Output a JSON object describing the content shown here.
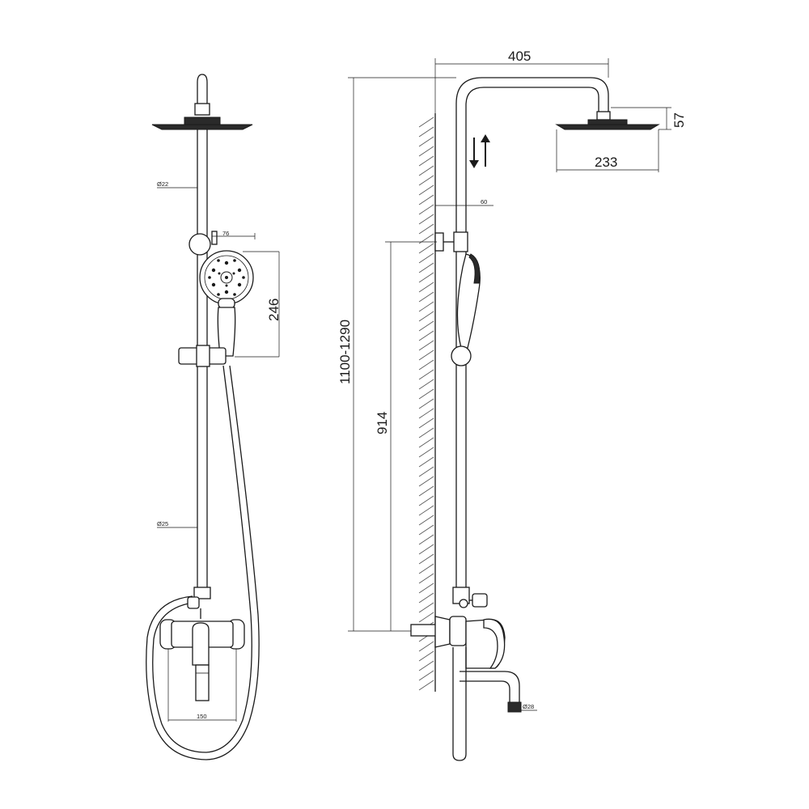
{
  "dimensions": {
    "front": {
      "pipe_upper_diameter": "Ø22",
      "holder_offset": "76",
      "hand_shower_length": "246",
      "pipe_lower_diameter": "Ø25",
      "mixer_center_distance": "150"
    },
    "side": {
      "overhead_reach": "405",
      "head_height": "57",
      "head_diameter": "233",
      "wall_gap": "60",
      "total_height": "1100-1290",
      "holder_height": "914",
      "spout_diameter": "Ø28"
    }
  }
}
